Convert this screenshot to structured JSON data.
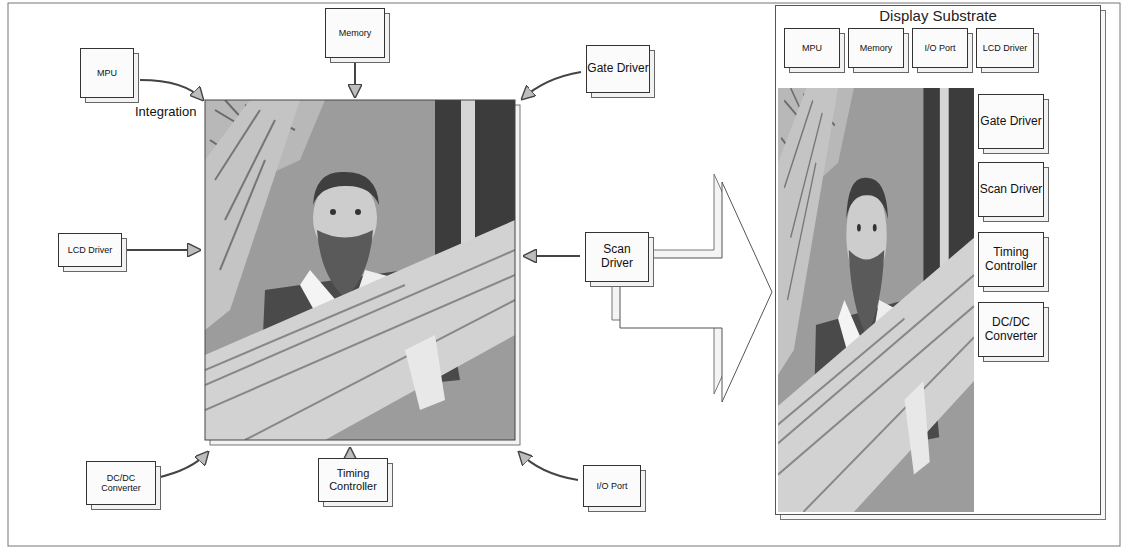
{
  "diagram": {
    "nodes": [
      {
        "text": [
          "Memory"
        ]
      },
      {
        "text": [
          "MPU"
        ]
      },
      {
        "text": [
          "Gate Driver"
        ]
      },
      {
        "text": [
          "LCD Driver"
        ]
      },
      {
        "text": [
          "Scan Driver"
        ]
      },
      {
        "text": [
          "DC/DC Converter"
        ]
      },
      {
        "text": [
          "Timing Controller"
        ]
      },
      {
        "text": [
          "I/O Port"
        ]
      },
      {
        "text": [
          "Display Substrate"
        ]
      },
      {
        "text": [
          "MPU"
        ],
        "in": 8
      },
      {
        "text": [
          "Memory"
        ],
        "in": 8
      },
      {
        "text": [
          "I/O Port"
        ],
        "in": 8
      },
      {
        "text": [
          "LCD Driver"
        ],
        "in": 8
      },
      {
        "text": [
          "Gate Driver"
        ],
        "in": 8
      },
      {
        "text": [
          "Scan Driver"
        ],
        "in": 8
      },
      {
        "text": [
          "Timing Controller"
        ],
        "in": 8
      },
      {
        "text": [
          "DC/DC Converter"
        ],
        "in": 8
      }
    ],
    "labels": [
      "Integration"
    ]
  }
}
